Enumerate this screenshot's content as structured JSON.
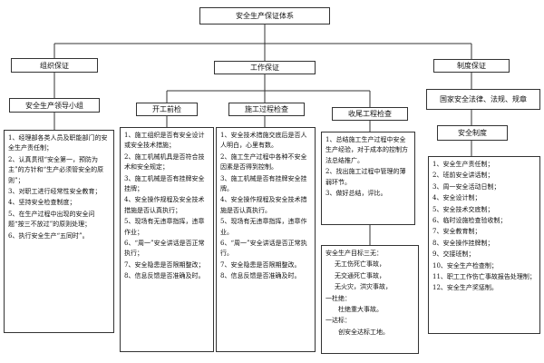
{
  "root": "安全生产保证体系",
  "branches": {
    "org": {
      "title": "组织保证",
      "sub": "安全生产领导小组",
      "items": [
        "1、经理部各类人员及职能部门的安全生产责任制；",
        "2、认真贯彻“安全第一，预防为主”的方针和“生产必须管安全的原则”；",
        "3、对职工进行经常性安全教育；",
        "4、坚持安全检查制度；",
        "5、在生产过程中出现的安全问题“按三不放过”的原则处理；",
        "6、执行安全生产“五同时”。"
      ]
    },
    "work": {
      "title": "工作保证",
      "start": {
        "title": "开工前检",
        "items": [
          "1、施工组织是否有安全设计或安全技术措施；",
          "2、施工机械机具是否符合技术和安全规定；",
          "3、施工机械是否有挂牌安全挂牌；",
          "4、安全操作规程及安全技术措施是否认真执行；",
          "5、现场有无违章指挥，违章作业；",
          "6、“周一”安全讲话是否正常执行；",
          "7、安全隐患是否限期整改；",
          "8、信息反馈是否准确及时。"
        ]
      },
      "process": {
        "title": "施工过程检查",
        "items": [
          "1、安全技术措施交底后是否人人明白，心里有数。",
          "2、施工生产过程中各种不安全因素是否得到控制。",
          "3、施工机械是否有挂牌安全挂牌。",
          "4、安全操作规程及安全技术措施是否认真执行。",
          "5、现场有无违章指挥，违章作业。",
          "6、“周一”安全讲话是否正常执行。",
          "7、安全隐患是否限期整改。",
          "8、信息反馈是否准确及时。"
        ]
      },
      "closing": {
        "title": "收尾工程检查",
        "items": [
          "1、总结施工生产过程中安全生产经验，对于成本的控制方法总结推广。",
          "2、找出施工过程中管理的薄弱环节。",
          "3、做好总结，评比。"
        ],
        "goal_title": "安全生产目标三无：",
        "goals": [
          "无工伤死亡事故，",
          "无交通死亡事故，",
          "无火灾，洪灾事故，",
          "一杜绝：",
          "杜绝重大事故。",
          "一达标：",
          "创安全达标工地。"
        ]
      }
    },
    "sys": {
      "title": "制度保证",
      "sub1": "国家安全法律、法规、规章",
      "sub2": "安全制度",
      "items": [
        "1、安全生产责任制；",
        "2、班前安全讲话制；",
        "3、周一安全活动日制；",
        "4、安全设计制；",
        "5、安全技术交底制；",
        "6、临时设施检查验收制；",
        "7、安全教育制；",
        "8、安全操作挂牌制；",
        "9、交接班制；",
        "10、安全生产检查制；",
        "11、职工工作伤亡事故报告处理制；",
        "12、安全生产奖惩制。"
      ]
    }
  }
}
